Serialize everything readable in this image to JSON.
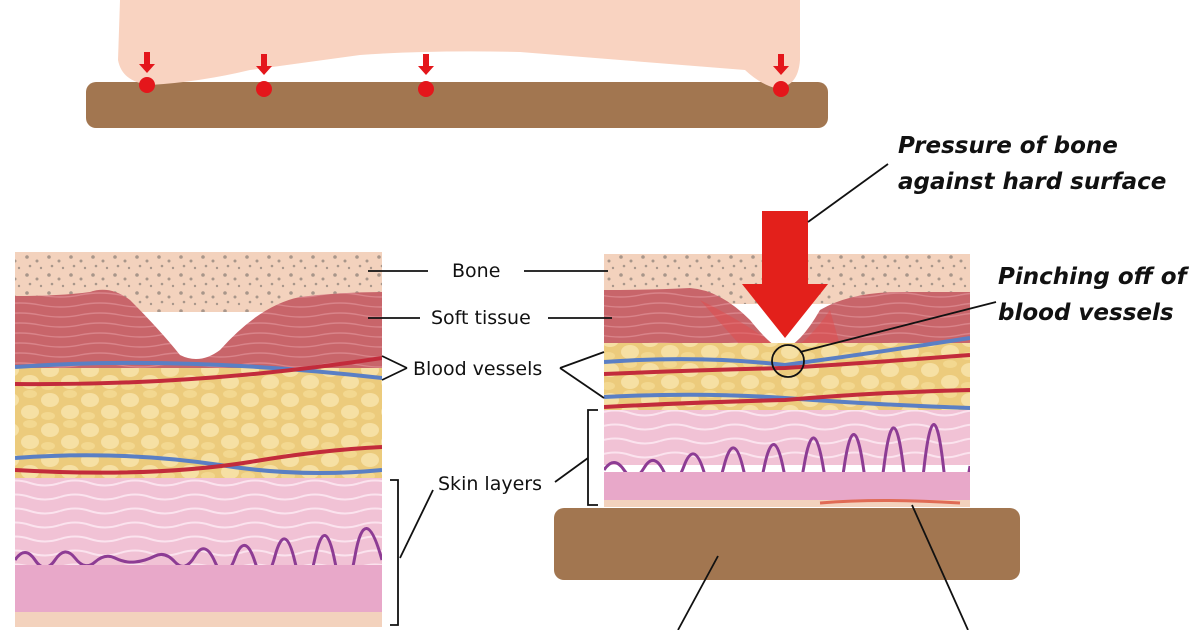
{
  "labels": {
    "bone": "Bone",
    "soft_tissue": "Soft tissue",
    "blood_vessels": "Blood vessels",
    "skin_layers": "Skin layers",
    "pressure_line1": "Pressure of bone",
    "pressure_line2": "against hard surface",
    "pinching_line1": "Pinching off of",
    "pinching_line2": "blood vessels"
  },
  "colors": {
    "skin_body": "#f9d3c1",
    "surface": "#a27650",
    "pressure_point": "#e4161b",
    "bone": "#f3d2bd",
    "bone_pores": "#a8968a",
    "soft_tissue": "#c8656a",
    "fat": "#eccb7c",
    "skin": "#f1c2d5",
    "skin_wave": "#8d3c94",
    "dermis": "#e8a8c9",
    "artery": "#c22b3b",
    "vein": "#5a7fc4",
    "arrow": "#e3201b"
  }
}
